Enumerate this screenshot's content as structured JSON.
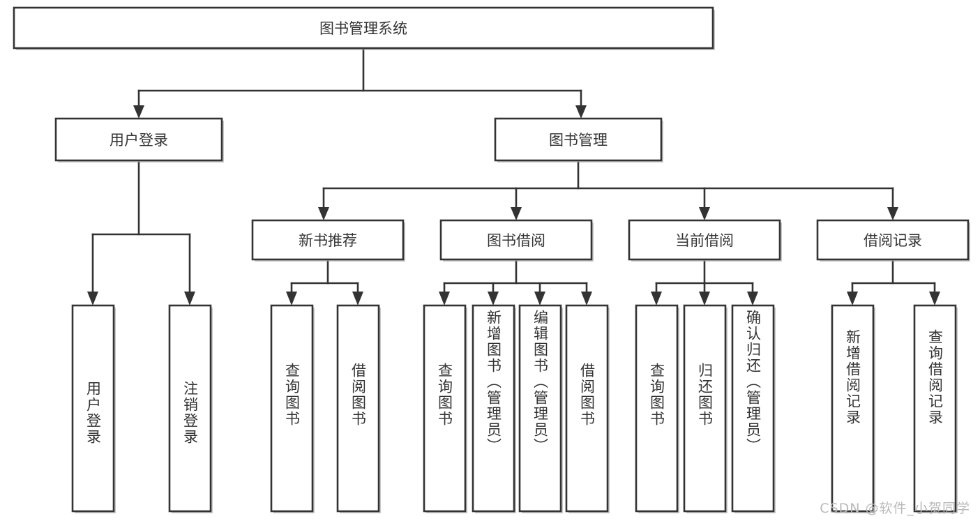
{
  "diagram": {
    "type": "tree",
    "title": "图书管理系统",
    "watermark": "CSDN @软件_小贺同学",
    "colors": {
      "box_stroke": "#333333",
      "box_fill": "#ffffff",
      "text": "#333333",
      "background": "#ffffff",
      "watermark": "#b9b9b9"
    },
    "root": {
      "id": "root",
      "label": "图书管理系统",
      "orientation": "horizontal"
    },
    "level2": [
      {
        "id": "user-login",
        "label": "用户登录",
        "orientation": "horizontal"
      },
      {
        "id": "book-manage",
        "label": "图书管理",
        "orientation": "horizontal"
      }
    ],
    "level3": [
      {
        "id": "new-book-recommend",
        "label": "新书推荐",
        "parent": "book-manage",
        "orientation": "horizontal"
      },
      {
        "id": "book-borrow",
        "label": "图书借阅",
        "parent": "book-manage",
        "orientation": "horizontal"
      },
      {
        "id": "current-borrow",
        "label": "当前借阅",
        "parent": "book-manage",
        "orientation": "horizontal"
      },
      {
        "id": "borrow-record",
        "label": "借阅记录",
        "parent": "book-manage",
        "orientation": "horizontal"
      }
    ],
    "leaves": [
      {
        "id": "leaf-user-login",
        "label": "用户登录",
        "parent": "user-login",
        "orientation": "vertical"
      },
      {
        "id": "leaf-user-logout",
        "label": "注销登录",
        "parent": "user-login",
        "orientation": "vertical"
      },
      {
        "id": "leaf-query-book-1",
        "label": "查询图书",
        "parent": "new-book-recommend",
        "orientation": "vertical"
      },
      {
        "id": "leaf-borrow-book-1",
        "label": "借阅图书",
        "parent": "new-book-recommend",
        "orientation": "vertical"
      },
      {
        "id": "leaf-query-book-2",
        "label": "查询图书",
        "parent": "book-borrow",
        "orientation": "vertical"
      },
      {
        "id": "leaf-add-book",
        "label": "新增图书（管理员）",
        "parent": "book-borrow",
        "orientation": "vertical"
      },
      {
        "id": "leaf-edit-book",
        "label": "编辑图书（管理员）",
        "parent": "book-borrow",
        "orientation": "vertical"
      },
      {
        "id": "leaf-borrow-book-2",
        "label": "借阅图书",
        "parent": "book-borrow",
        "orientation": "vertical"
      },
      {
        "id": "leaf-query-book-3",
        "label": "查询图书",
        "parent": "current-borrow",
        "orientation": "vertical"
      },
      {
        "id": "leaf-return-book",
        "label": "归还图书",
        "parent": "current-borrow",
        "orientation": "vertical"
      },
      {
        "id": "leaf-confirm-return",
        "label": "确认归还（管理员）",
        "parent": "current-borrow",
        "orientation": "vertical"
      },
      {
        "id": "leaf-add-record",
        "label": "新增借阅记录",
        "parent": "borrow-record",
        "orientation": "vertical"
      },
      {
        "id": "leaf-query-record",
        "label": "查询借阅记录",
        "parent": "borrow-record",
        "orientation": "vertical"
      }
    ]
  }
}
